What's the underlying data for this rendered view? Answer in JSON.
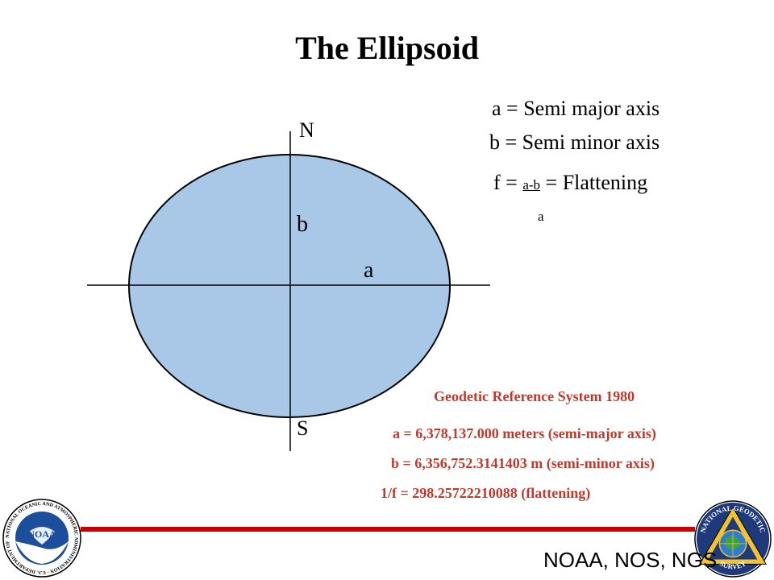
{
  "slide": {
    "title": "The Ellipsoid",
    "definitions": {
      "a_def": "a = Semi major axis",
      "b_def": "b = Semi minor axis",
      "f_prefix": "f = ",
      "f_numerator": "a-b",
      "f_suffix": " = Flattening",
      "f_denominator": "a"
    },
    "diagram": {
      "north_label": "N",
      "south_label": "S",
      "b_label": "b",
      "a_label": "a",
      "fill_color": "#a9c8e8"
    },
    "grs80": {
      "heading": "Geodetic Reference System 1980",
      "a_value": "a = 6,378,137.000 meters (semi-major axis)",
      "b_value": "b = 6,356,752.3141403 m (semi-minor axis)",
      "inv_f_value": "1/f = 298.25722210088 (flattening)",
      "color": "#c0392b"
    },
    "footer": {
      "agencies": "NOAA, NOS, NGS",
      "bar_color": "#cc0000",
      "noaa_logo_text": "NOAA",
      "noaa_seal_text": "NATIONAL OCEANIC AND ATMOSPHERIC ADMINISTRATION · U.S. DEPARTMENT OF COMMERCE",
      "ngs_seal_top": "NATIONAL GEODETIC",
      "ngs_seal_bottom": "SURVEY"
    }
  }
}
